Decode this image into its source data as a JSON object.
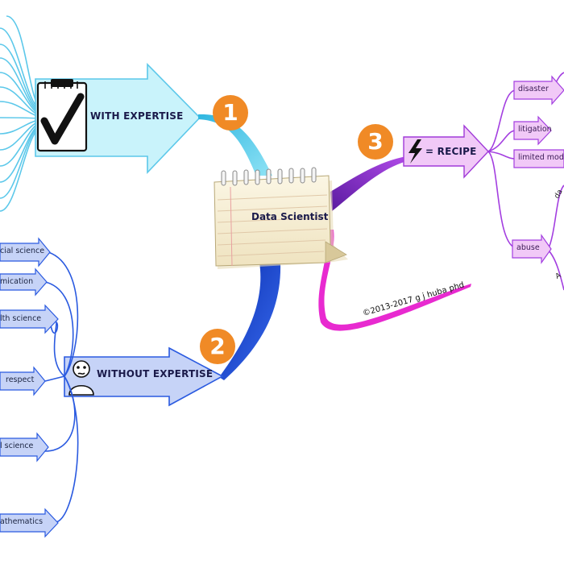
{
  "center": {
    "title": "Data Scientist"
  },
  "branches": {
    "with_expertise": {
      "number": "1",
      "label": "WITH EXPERTISE",
      "icon": "checkmark-clipboard-icon",
      "color": "#5fd0ea"
    },
    "without_expertise": {
      "number": "2",
      "label": "WITHOUT EXPERTISE",
      "icon": "confused-person-icon",
      "color": "#1f48d6"
    },
    "recipe": {
      "number": "3",
      "label": "= RECIPE",
      "icon": "lightning-bolt-icon",
      "color": "#8a2ad0"
    }
  },
  "without_expertise_items": [
    {
      "label": "cial science"
    },
    {
      "label": "mication"
    },
    {
      "label": "lth science"
    },
    {
      "label": "respect"
    },
    {
      "label": "l science"
    },
    {
      "label": "athematics"
    }
  ],
  "recipe_items": [
    {
      "label": "disaster"
    },
    {
      "label": "litigation"
    },
    {
      "label": "limited mode"
    },
    {
      "label": "abuse"
    }
  ],
  "partial_text": {
    "p1": "da",
    "p2": "A"
  },
  "credit": "©2013-2017 g j huba phd",
  "colors": {
    "number_badge": "#f08a26",
    "with_expertise_arrow": "#c9f3fb",
    "without_expertise_arrow": "#c6d3f7",
    "recipe_arrow": "#f1c9f7",
    "magenta_branch": "#e82ad0"
  }
}
